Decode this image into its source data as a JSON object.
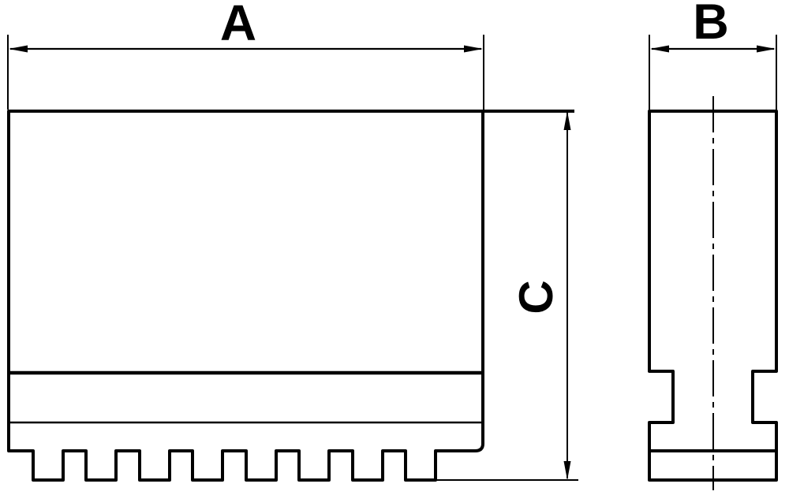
{
  "drawing": {
    "ink_color": "#000000",
    "background_color": "#ffffff",
    "dimension_labels": {
      "width": "A",
      "depth": "B",
      "height": "C"
    }
  }
}
